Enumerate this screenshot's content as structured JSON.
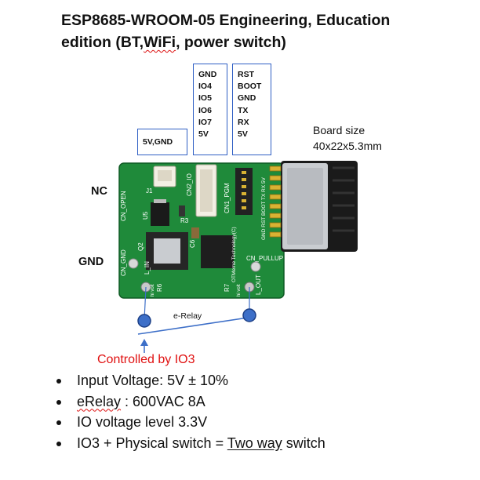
{
  "title": {
    "line1": "ESP8685-WROOM-05  Engineering, Education",
    "line2_before": "edition   (BT,",
    "line2_squig": "WiFi",
    "line2_after": ", power switch)"
  },
  "pin_boxes": {
    "power": [
      "5V,GND"
    ],
    "io": [
      "GND",
      "IO4",
      "IO5",
      "IO6",
      "IO7",
      "5V"
    ],
    "prog": [
      "RST",
      "BOOT",
      "GND",
      "TX",
      "RX",
      "5V"
    ]
  },
  "board_size": {
    "line1": "Board size",
    "line2": "40x22x5.3mm"
  },
  "side_labels": {
    "nc": "NC",
    "gnd": "GND"
  },
  "erelay_label": "e-Relay",
  "controlled_label": "Controlled by IO3",
  "bullets": {
    "b1": "Input Voltage: 5V ± 10%",
    "b2_squig": "eRelay",
    "b2_rest": " : 600VAC 8A",
    "b3": "IO voltage level 3.3V",
    "b4_before": "IO3 + Physical switch = ",
    "b4_under": "Two way",
    "b4_after": " switch"
  },
  "silkscreen": {
    "j1": "J1",
    "cn2_io": "CN2_IO",
    "cn1_pgm": "CN1_PGM",
    "u5": "U5",
    "r3": "R3",
    "c6": "C6",
    "q2": "Q2",
    "r6": "R6",
    "r7": "R7",
    "cn_open": "CN_OPEN",
    "cn_gnd": "CN_GND",
    "l_in": "L_IN",
    "l_out": "L_OUT",
    "cn_pullup": "CN_PULLUP",
    "company": "OTMeme Technology(C)",
    "hi_volt_left": "hi volt",
    "hi_volt_right": "hi volt",
    "pin_labels": "GND RST BOOT TX RX 5V"
  },
  "colors": {
    "pcb": "#1f8a3a",
    "box_border": "#2f5fc4",
    "relay_line": "#3d6fc8",
    "controlled_text": "#e01010"
  }
}
